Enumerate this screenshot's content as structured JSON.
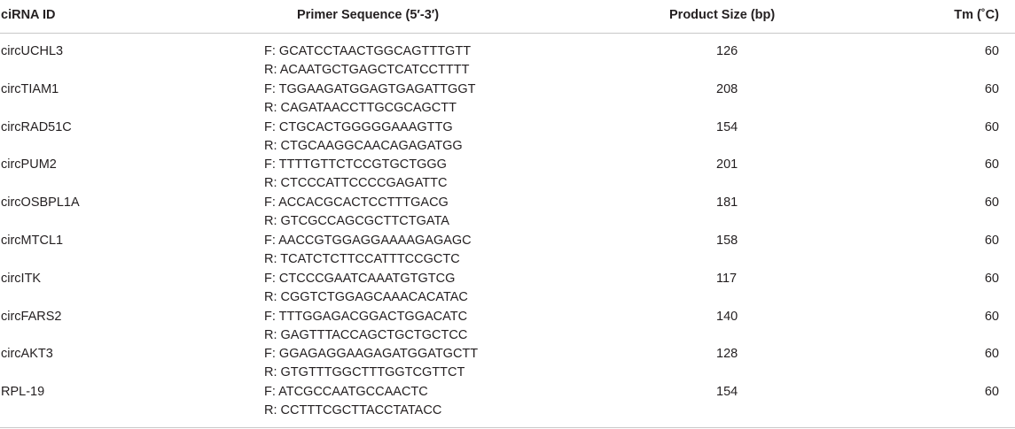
{
  "table": {
    "headers": {
      "id": "ciRNA ID",
      "sequence": "Primer Sequence (5′-3′)",
      "size": "Product Size (bp)",
      "tm": "Tm (˚C)"
    },
    "rows": [
      {
        "id": "circUCHL3",
        "forward": "F: GCATCCTAACTGGCAGTTTGTT",
        "reverse": "R: ACAATGCTGAGCTCATCCTTTT",
        "size": "126",
        "tm": "60"
      },
      {
        "id": "circTIAM1",
        "forward": "F: TGGAAGATGGAGTGAGATTGGT",
        "reverse": "R: CAGATAACCTTGCGCAGCTT",
        "size": "208",
        "tm": "60"
      },
      {
        "id": "circRAD51C",
        "forward": "F: CTGCACTGGGGGAAAGTTG",
        "reverse": "R: CTGCAAGGCAACAGAGATGG",
        "size": "154",
        "tm": "60"
      },
      {
        "id": "circPUM2",
        "forward": "F: TTTTGTTCTCCGTGCTGGG",
        "reverse": "R: CTCCCATTCCCCGAGATTC",
        "size": "201",
        "tm": "60"
      },
      {
        "id": "circOSBPL1A",
        "forward": "F: ACCACGCACTCCTTTGACG",
        "reverse": "R: GTCGCCAGCGCTTCTGATA",
        "size": "181",
        "tm": "60"
      },
      {
        "id": "circMTCL1",
        "forward": "F: AACCGTGGAGGAAAAGAGAGC",
        "reverse": "R: TCATCTCTTCCATTTCCGCTC",
        "size": "158",
        "tm": "60"
      },
      {
        "id": "circITK",
        "forward": "F: CTCCCGAATCAAATGTGTCG",
        "reverse": "R: CGGTCTGGAGCAAACACATAC",
        "size": "117",
        "tm": "60"
      },
      {
        "id": "circFARS2",
        "forward": "F: TTTGGAGACGGACTGGACATC",
        "reverse": "R: GAGTTTACCAGCTGCTGCTCC",
        "size": "140",
        "tm": "60"
      },
      {
        "id": "circAKT3",
        "forward": "F: GGAGAGGAAGAGATGGATGCTT",
        "reverse": "R: GTGTTTGGCTTTGGTCGTTCT",
        "size": "128",
        "tm": "60"
      },
      {
        "id": "RPL-19",
        "forward": "F: ATCGCCAATGCCAACTC",
        "reverse": "R: CCTTTCGCTTACCTATACC",
        "size": "154",
        "tm": "60"
      }
    ]
  }
}
